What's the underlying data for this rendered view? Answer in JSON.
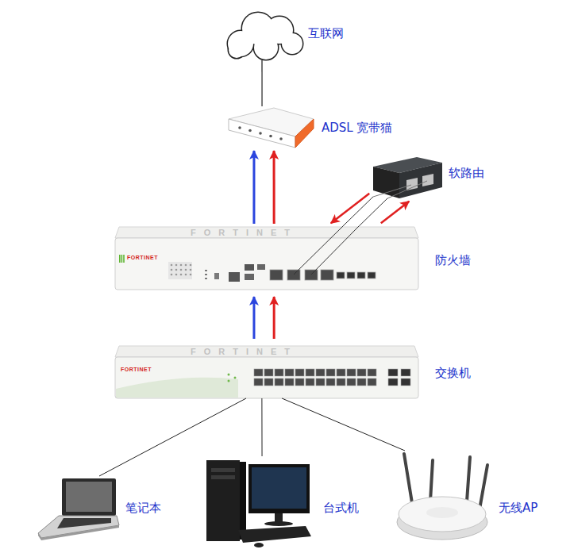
{
  "diagram": {
    "nodes": [
      {
        "text": [
          "互联网"
        ]
      },
      {
        "text": [
          "ADSL 宽带猫"
        ]
      },
      {
        "text": [
          "软路由"
        ]
      },
      {
        "text": [
          "防火墙"
        ]
      },
      {
        "text": [
          "交换机"
        ]
      },
      {
        "text": [
          "笔记本"
        ]
      },
      {
        "text": [
          "台式机"
        ]
      },
      {
        "text": [
          "无线AP"
        ]
      }
    ],
    "edges": [
      {
        "from": 0,
        "to": 1,
        "arrow": "none"
      },
      {
        "from": 3,
        "to": 1,
        "arrow": "to"
      },
      {
        "from": 3,
        "to": 1,
        "arrow": "to"
      },
      {
        "from": 4,
        "to": 3,
        "arrow": "to"
      },
      {
        "from": 4,
        "to": 3,
        "arrow": "to"
      },
      {
        "from": 2,
        "to": 3,
        "arrow": "to"
      },
      {
        "from": 3,
        "to": 2,
        "arrow": "to"
      },
      {
        "from": 3,
        "to": 2,
        "arrow": "none"
      },
      {
        "from": 3,
        "to": 2,
        "arrow": "none"
      },
      {
        "from": 4,
        "to": 5,
        "arrow": "none"
      },
      {
        "from": 4,
        "to": 6,
        "arrow": "none"
      },
      {
        "from": 4,
        "to": 7,
        "arrow": "none"
      }
    ],
    "labels": [
      "FORTINET",
      "FORTINET",
      "FORTINET",
      "FORTINET"
    ]
  }
}
